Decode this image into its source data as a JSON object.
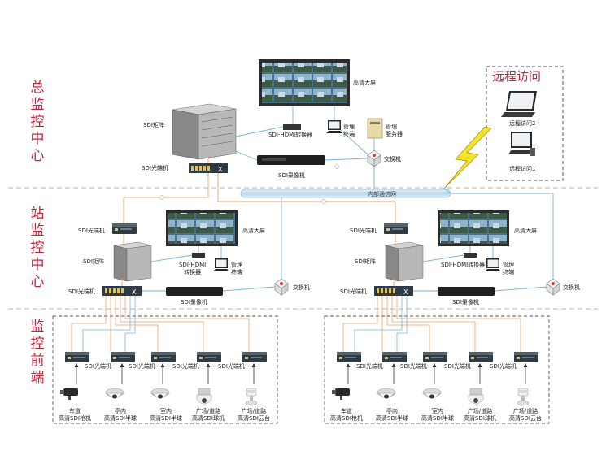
{
  "sections": {
    "hq": "总监控中心",
    "station": "站监控中心",
    "front": "监控前端"
  },
  "remote": {
    "title": "远程访问",
    "client2": "远程访问2",
    "client1": "远程访问1"
  },
  "bus_label": "内部通信网",
  "hq": {
    "big_screen": "高清大屏",
    "sdi_matrix": "SDI矩阵",
    "hdmi_converter": "SDI-HDMI转换器",
    "mgmt_terminal": "管理\n终端",
    "mgmt_server": "管理\n服务器",
    "sdi_optical": "SDI光端机",
    "switch": "交换机",
    "sdi_recorder": "SDI录像机"
  },
  "stations": [
    {
      "sdi_optical_top": "SDI光端机",
      "big_screen": "高清大屏",
      "sdi_matrix": "SDI矩阵",
      "hdmi_converter": "SDI-HDMI\n转换器",
      "mgmt_terminal": "管理\n终端",
      "switch": "交换机",
      "sdi_optical_bottom": "SDI光端机",
      "sdi_recorder": "SDI录像机"
    },
    {
      "sdi_optical_top": "SDI光端机",
      "big_screen": "高清大屏",
      "sdi_matrix": "SDI矩阵",
      "hdmi_converter": "SDI-HDMI转换器",
      "mgmt_terminal": "管理\n终端",
      "switch": "交换机",
      "sdi_optical_bottom": "SDI光端机",
      "sdi_recorder": "SDI录像机"
    }
  ],
  "front_groups": [
    {
      "optical_labels": [
        "SDI光端机",
        "SDI光端机",
        "SDI光端机",
        "SDI光端机"
      ],
      "cameras": [
        "车道\n高清SDI枪机",
        "亭内\n高清SDI半球",
        "室内\n高清SDI半球",
        "广场/道路\n高清SDI球机",
        "广场/道路\n高清SDI云台"
      ]
    },
    {
      "optical_labels": [
        "SDI光端机",
        "SDI光端机",
        "SDI光端机",
        "SDI光端机"
      ],
      "cameras": [
        "车道\n高清SDI枪机",
        "亭内\n高清SDI半球",
        "室内\n高清SDI半球",
        "广场/道路\n高清SDI球机",
        "广场/道路\n高清SDI云台"
      ]
    }
  ],
  "colors": {
    "section_red": "#c0273e",
    "bus_blue": "#cfe6f2",
    "link_orange": "#e8a36a",
    "link_blue": "#7fb3d5",
    "bolt_yellow": "#f0e020"
  }
}
